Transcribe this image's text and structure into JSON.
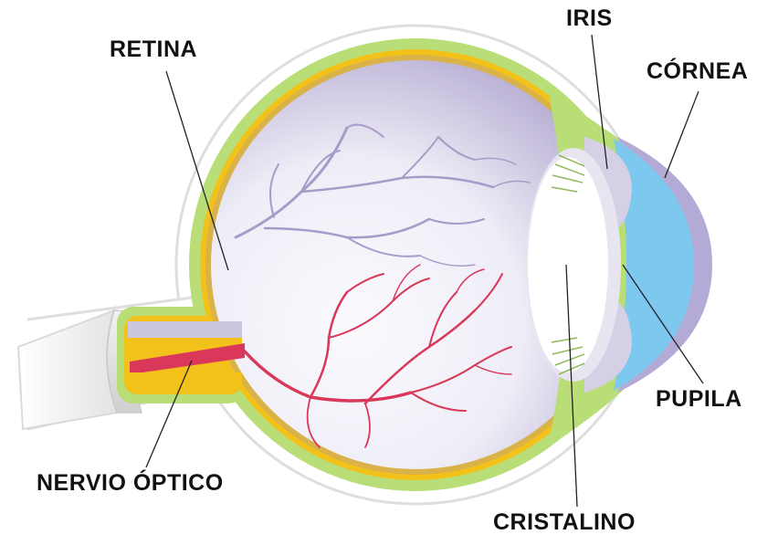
{
  "labels": {
    "retina": "RETINA",
    "iris": "IRIS",
    "cornea": "CÓRNEA",
    "pupila": "PUPILA",
    "nervio_optico": "NERVIO ÓPTICO",
    "cristalino": "CRISTALINO"
  },
  "colors": {
    "background": "#ffffff",
    "outline": "#dcdcdc",
    "sclera": "#b9de78",
    "choroid": "#f3c21a",
    "retina": "#d9b24a",
    "vitreous_light": "#f6f5fb",
    "vitreous_dark": "#b3a9d1",
    "vessels_blue": "#a79bc8",
    "vessels_red": "#d9385a",
    "cornea": "#7cc8ee",
    "cornea_edge": "#b4aad6",
    "lens": "#ffffff",
    "iris": "#d5d0e6",
    "nerve_sheath": "#d6d6d6",
    "label_text": "#111111",
    "leader_line": "#222222"
  }
}
